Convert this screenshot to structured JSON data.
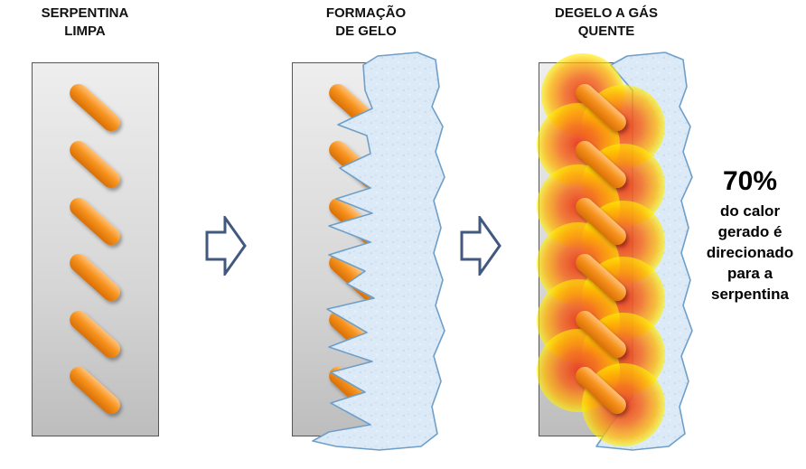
{
  "panels": [
    {
      "title": "SERPENTINA\nLIMPA"
    },
    {
      "title": "FORMAÇÃO\nDE GELO"
    },
    {
      "title": "DEGELO A GÁS\nQUENTE"
    }
  ],
  "stat": {
    "percent": "70%",
    "description": "do calor\ngerado é\ndirecionado\npara a\nserpentina"
  },
  "colors": {
    "tube": "#f7931e",
    "tube_highlight": "#ffc27a",
    "ice": "#dbeaf6",
    "ice_border": "#6f9fc8",
    "arrow": "#41597e",
    "heat_core": "#e8391f",
    "heat_edge": "#fff200"
  },
  "icons": [
    "arrow-right-outline-icon",
    "coil-tube-icon"
  ]
}
